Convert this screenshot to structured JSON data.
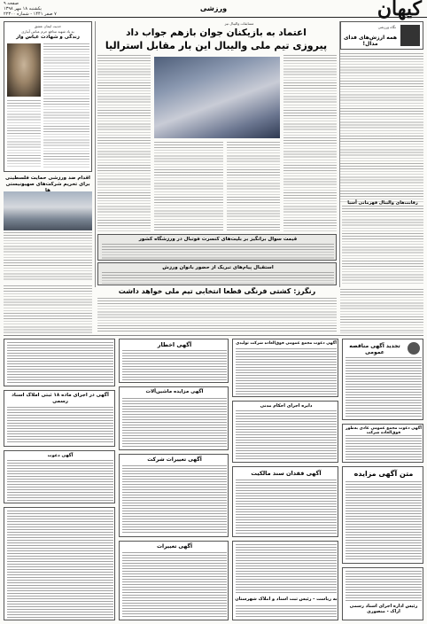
{
  "masthead": {
    "logo": "کیهان",
    "page_no": "صفحه ۹",
    "date_line": "یکشنبه ۱۸ مهر ۱۳۹۸",
    "issue_line": "۷ صفر ۱۴۴۱ - شماره ۲۲۳۰۰",
    "section": "ورزشی"
  },
  "main_story": {
    "kicker": "مسابقات والیبال نیز",
    "headline_1": "اعتماد به بازیکنان جوان بازهم جواب داد",
    "headline_2": "پیروزی تیم ملی والیبال این بار مقابل استرالیا"
  },
  "right_column": {
    "box_title": "همه ارزش‌های فدای مدال!",
    "box_kicker": "نگاه ورزشی",
    "lower_title": "رقابت‌های والیبال قهرمانی آسیا"
  },
  "left_column": {
    "obit_kicker": "حدیث ایمان عشق",
    "obit_title": "زندگی و شهادت عباس وار",
    "obit_sub": "به یاد شهید مدافع حرم عباس آبیاری",
    "story2_title": "اقدام ضد ورزشی حمایت فلسطینی برای تحریم شرکت‌های صهیونیستی ها"
  },
  "middle": {
    "box1_title": "قیمت سوال برانگیز بر بلیت‌های کنسرت فوتبال در ورزشگاه کشور",
    "box2_title": "استقبال پیام‌های تبریک از حضور بانوان ورزش",
    "story3_title": "رنگرز: کشتی فرنگی قطعا انتخابی تیم ملی خواهد داشت"
  },
  "ads": {
    "tender_title": "تجدید آگهی مناقصه عمومی",
    "ad_economic": "آگهی دعوت مجمع عمومی فوق‌العاده شرکت تولیدی",
    "ad_notice": "آگهی اخطار",
    "ad_forest": "آگهی مزایده ماشین‌آلات",
    "ad_lost": "آگهی فقدان سند مالکیت",
    "ad_change1": "آگهی تغییرات شرکت",
    "ad_change2": "آگهی تغییرات",
    "ad_article": "آگهی در اجرای ماده ۱۸ ثبتی املاک اسناد رسمی",
    "ad_auction": "متن آگهی مزایده",
    "ad_invite": "آگهی دعوت مجمع عمومی عادی به‌طور فوق‌العاده شرکت",
    "ad_ardabil": "به ریاست - رئیس ثبت اسناد و املاک شهرستان",
    "ad_exec": "دایره اجرای احکام مدنی",
    "ad_arak": "رئیس اداره اجرای اسناد رسمی اراک - منصوری",
    "ad_notice2": "آگهی دعوت"
  }
}
